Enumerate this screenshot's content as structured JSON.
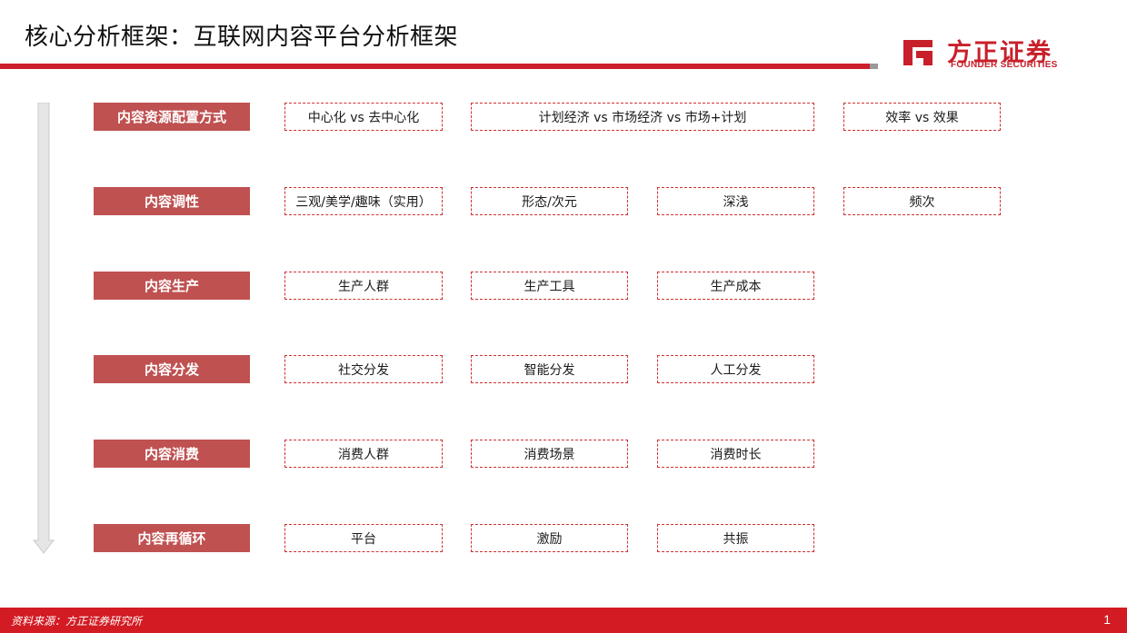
{
  "header": {
    "title": "核心分析框架：互联网内容平台分析框架",
    "logo_cn": "方正证券",
    "logo_en": "FOUNDER SECURITIES"
  },
  "diagram": {
    "rows": [
      {
        "label": "内容资源配置方式",
        "items": [
          "中心化 vs 去中心化",
          "计划经济 vs 市场经济 vs 市场+计划",
          "效率 vs 效果"
        ]
      },
      {
        "label": "内容调性",
        "items": [
          "三观/美学/趣味（实用）",
          "形态/次元",
          "深浅",
          "频次"
        ]
      },
      {
        "label": "内容生产",
        "items": [
          "生产人群",
          "生产工具",
          "生产成本"
        ]
      },
      {
        "label": "内容分发",
        "items": [
          "社交分发",
          "智能分发",
          "人工分发"
        ]
      },
      {
        "label": "内容消费",
        "items": [
          "消费人群",
          "消费场景",
          "消费时长"
        ]
      },
      {
        "label": "内容再循环",
        "items": [
          "平台",
          "激励",
          "共振"
        ]
      }
    ]
  },
  "footer": {
    "source": "资料来源：方正证券研究所",
    "page_number": "1"
  },
  "colors": {
    "brand_red": "#cc1f2b",
    "label_fill": "#c05151",
    "box_border": "#d03030",
    "arrow_fill": "#e6e6e6"
  }
}
